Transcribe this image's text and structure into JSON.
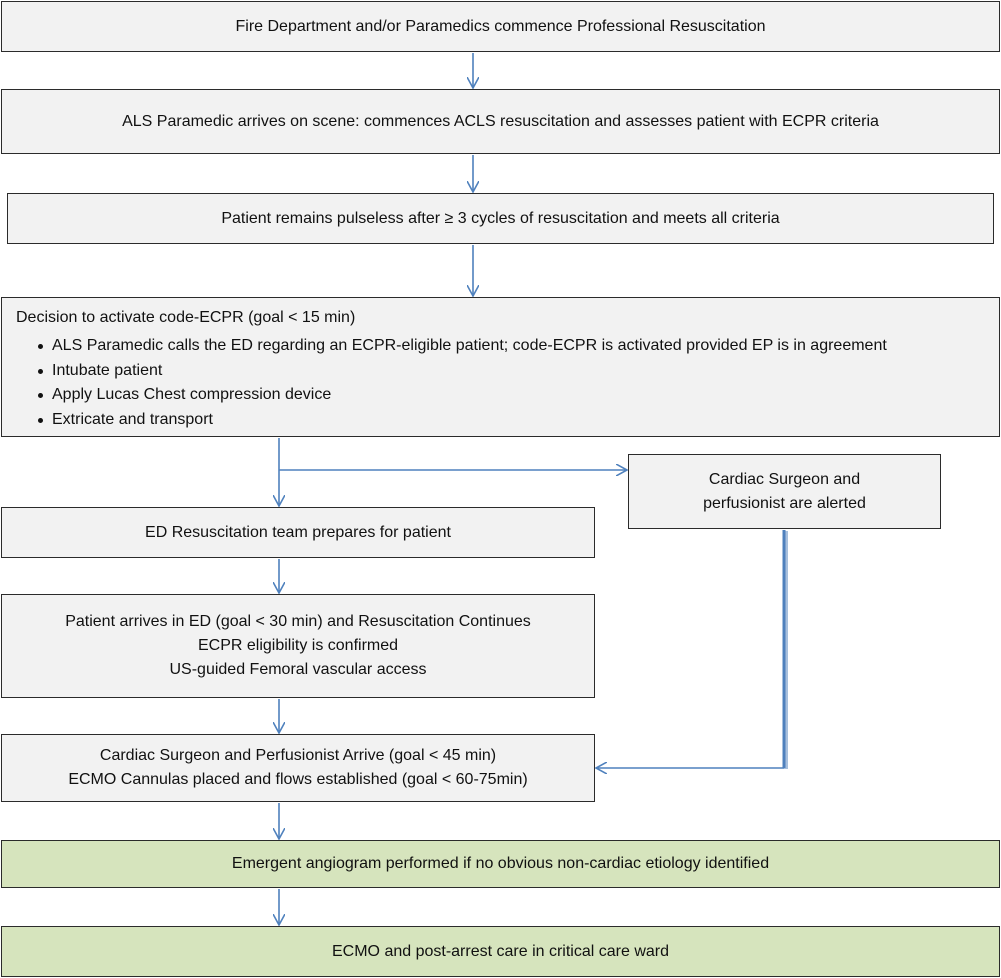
{
  "steps": {
    "s1": "Fire Department and/or Paramedics commence Professional Resuscitation",
    "s2": "ALS Paramedic arrives on scene: commences ACLS resuscitation and assesses patient with ECPR criteria",
    "s3": "Patient remains pulseless after ≥ 3 cycles of resuscitation and meets all criteria",
    "s4": {
      "title": "Decision to activate code-ECPR (goal < 15 min)",
      "bullets": [
        "ALS Paramedic calls the ED regarding an ECPR-eligible patient; code-ECPR is activated provided EP is in agreement",
        "Intubate patient",
        "Apply Lucas Chest compression device",
        "Extricate and transport"
      ]
    },
    "s5": "ED Resuscitation team prepares for patient",
    "s6": [
      "Cardiac Surgeon and",
      "perfusionist are alerted"
    ],
    "s7": [
      "Patient arrives in ED (goal < 30 min) and Resuscitation Continues",
      "ECPR eligibility is confirmed",
      "US-guided Femoral vascular access"
    ],
    "s8": [
      "Cardiac Surgeon and Perfusionist Arrive (goal < 45 min)",
      "ECMO Cannulas placed and flows established (goal < 60-75min)"
    ],
    "s9": "Emergent angiogram performed if no obvious non-cardiac etiology identified",
    "s10": "ECMO and post-arrest care in critical care ward"
  },
  "colors": {
    "box_fill": "#f2f2f2",
    "box_fill_green": "#d6e4bd",
    "arrow": "#4f81bd"
  }
}
